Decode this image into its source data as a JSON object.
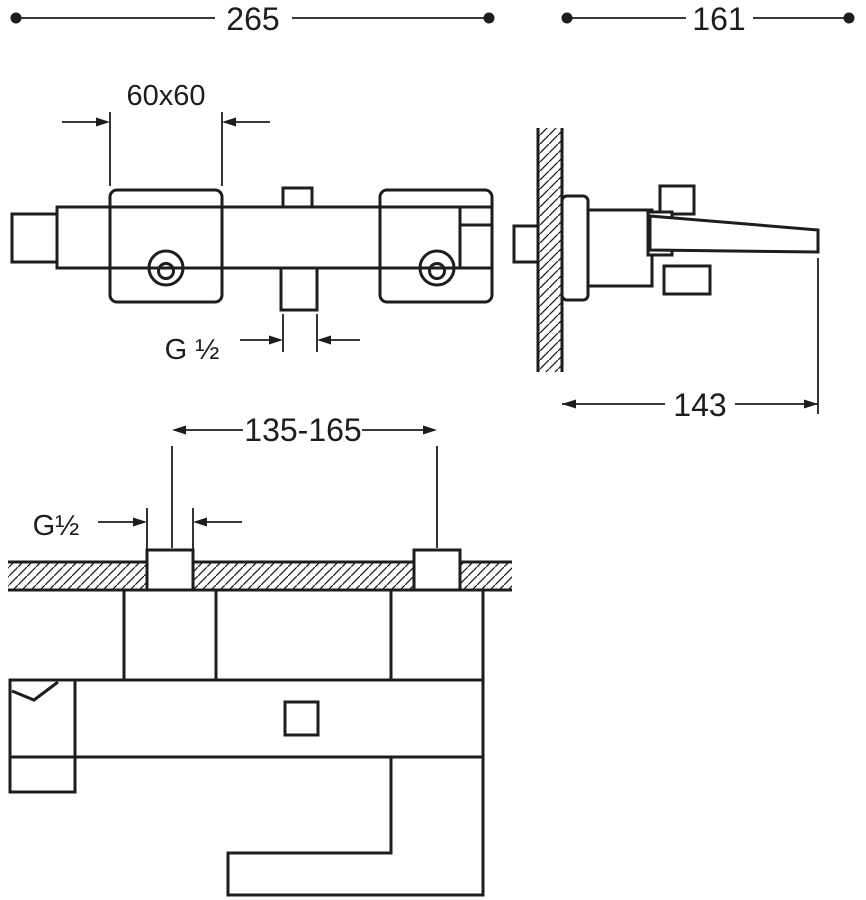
{
  "drawing": {
    "background_color": "#ffffff",
    "line_color": "#1d1d1b",
    "dimensions": {
      "front_overall_width_mm": "265",
      "side_overall_depth_mm": "161",
      "escutcheon_size": "60x60",
      "front_outlet_thread": "G ½",
      "side_projection_mm": "143",
      "inlet_center_spacing_mm": "135-165",
      "inlet_thread": "G½"
    }
  }
}
